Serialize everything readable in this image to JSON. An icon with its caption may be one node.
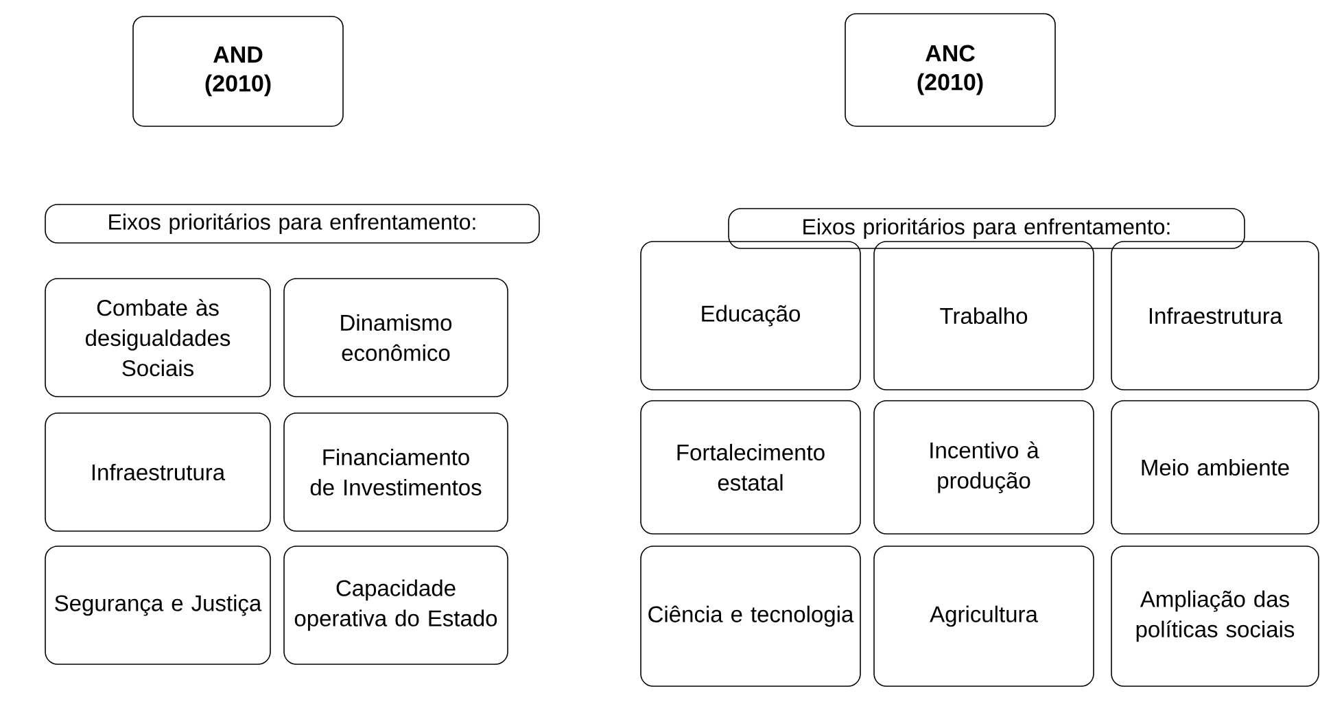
{
  "diagram": {
    "nodes": [
      {
        "text": [
          "AND (2010)"
        ]
      },
      {
        "text": [
          "Eixos prioritários para enfrentamento:"
        ]
      },
      {
        "text": [
          "Combate às desigualdades Sociais"
        ]
      },
      {
        "text": [
          "Dinamismo econômico"
        ]
      },
      {
        "text": [
          "Infraestrutura"
        ]
      },
      {
        "text": [
          "Financiamento de Investimentos"
        ]
      },
      {
        "text": [
          "Segurança e Justiça"
        ]
      },
      {
        "text": [
          "Capacidade operativa do Estado"
        ]
      },
      {
        "text": [
          "ANC (2010)"
        ]
      },
      {
        "text": [
          "Eixos prioritários para enfrentamento:"
        ]
      },
      {
        "text": [
          "Educação"
        ]
      },
      {
        "text": [
          "Trabalho"
        ]
      },
      {
        "text": [
          "Infraestrutura"
        ]
      },
      {
        "text": [
          "Fortalecimento estatal"
        ]
      },
      {
        "text": [
          "Incentivo à produção"
        ]
      },
      {
        "text": [
          "Meio ambiente"
        ]
      },
      {
        "text": [
          "Ciência e tecnologia"
        ]
      },
      {
        "text": [
          "Agricultura"
        ]
      },
      {
        "text": [
          "Ampliação das políticas sociais"
        ]
      }
    ]
  }
}
